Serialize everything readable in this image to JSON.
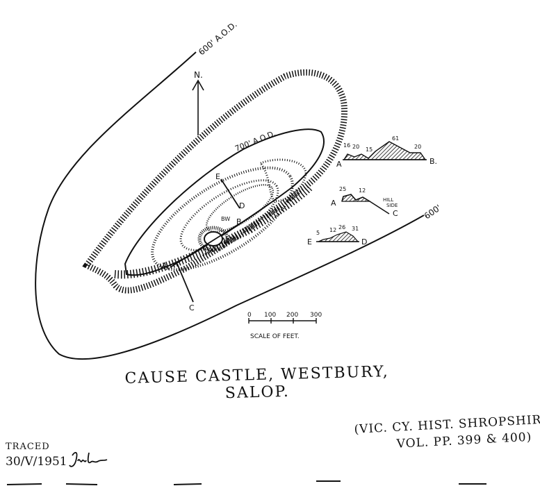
{
  "map": {
    "title": "CAUSE CASTLE, WESTBURY, SALOP.",
    "north_label": "N.",
    "contours": {
      "outer": "600' A.O.D.",
      "inner": "700' A.O.D.",
      "lower": "600'"
    },
    "section_letters": {
      "a": "A",
      "b": "B",
      "c": "C",
      "d": "D",
      "e": "E",
      "bw": "BW"
    },
    "scale_bar": {
      "ticks": [
        "0",
        "100",
        "200",
        "300"
      ],
      "label": "SCALE OF FEET."
    },
    "profiles": {
      "ab": {
        "start": "A",
        "end": "B.",
        "values": [
          "16",
          "20",
          "15",
          "61",
          "20"
        ]
      },
      "ac": {
        "start": "A",
        "end": "C",
        "values": [
          "25",
          "12"
        ],
        "note_line1": "HILL",
        "note_line2": "SIDE"
      },
      "ed": {
        "start": "E",
        "end": "D",
        "values": [
          "5",
          "12",
          "26",
          "31"
        ]
      }
    },
    "source_line1": "(VIC. CY. HIST. SHROPSHIRE",
    "source_line2": "VOL. PP. 399 & 400)",
    "traced_label": "TRACED",
    "traced_date": "30/V/1951",
    "colors": {
      "ink": "#111111",
      "paper": "#ffffff"
    }
  }
}
